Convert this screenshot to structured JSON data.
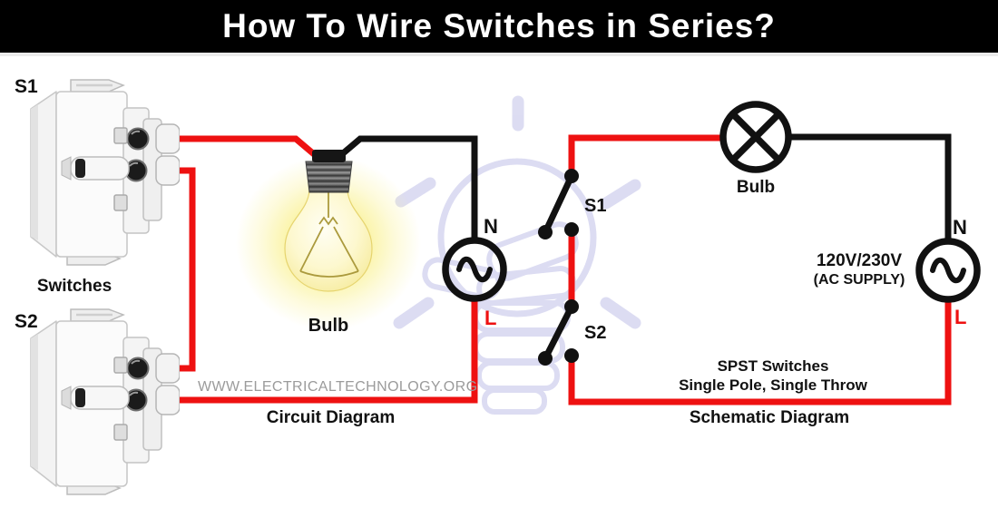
{
  "title_bar": {
    "title": "How To Wire Switches in Series?"
  },
  "circuit_diagram": {
    "caption": "Circuit Diagram",
    "watermark": "WWW.ELECTRICALTECHNOLOGY.ORG",
    "switch1_label": "S1",
    "switch2_label": "S2",
    "switches_label": "Switches",
    "bulb_label": "Bulb",
    "neutral_label": "N",
    "live_label": "L"
  },
  "schematic_diagram": {
    "caption": "Schematic Diagram",
    "switch1_label": "S1",
    "switch2_label": "S2",
    "bulb_label": "Bulb",
    "neutral_label": "N",
    "live_label": "L",
    "supply_voltage": "120V/230V",
    "supply_label": "(AC SUPPLY)",
    "switch_type_line1": "SPST Switches",
    "switch_type_line2": "Single Pole, Single Throw"
  },
  "colors": {
    "live_wire": "#ee1111",
    "neutral_wire": "#111111",
    "title_background": "#000000",
    "title_text": "#ffffff",
    "watermark_text": "#9b9b9b",
    "sketch": "#d9d9f1",
    "glow": "#faf298"
  }
}
